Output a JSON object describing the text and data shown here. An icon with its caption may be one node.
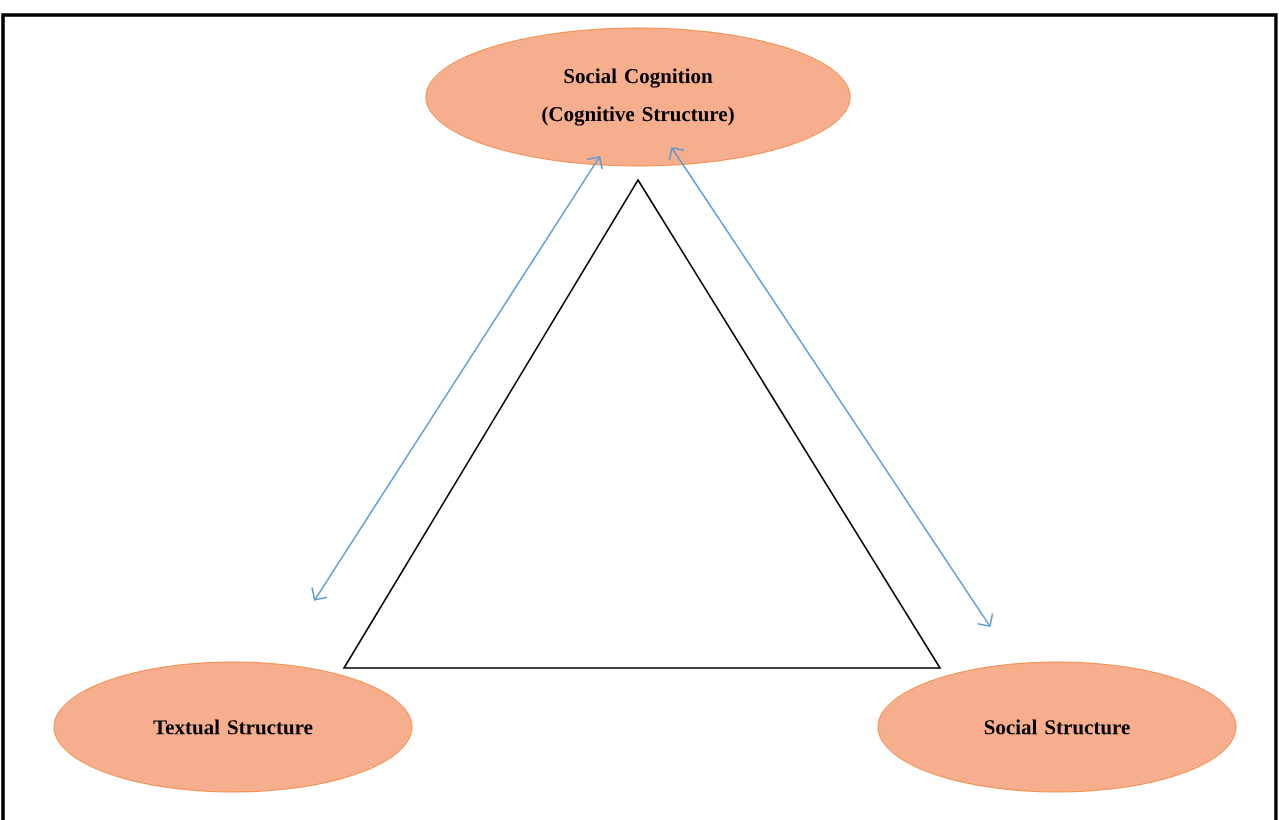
{
  "diagram": {
    "nodes": [
      {
        "text": [
          "Social Cognition (Cognitive Structure)"
        ]
      },
      {
        "text": [
          "Textual Structure"
        ]
      },
      {
        "text": [
          "Social Structure"
        ]
      }
    ],
    "edges": [
      {
        "from": 1,
        "to": 0,
        "arrow": "both"
      },
      {
        "from": 0,
        "to": 2,
        "arrow": "both"
      }
    ]
  }
}
